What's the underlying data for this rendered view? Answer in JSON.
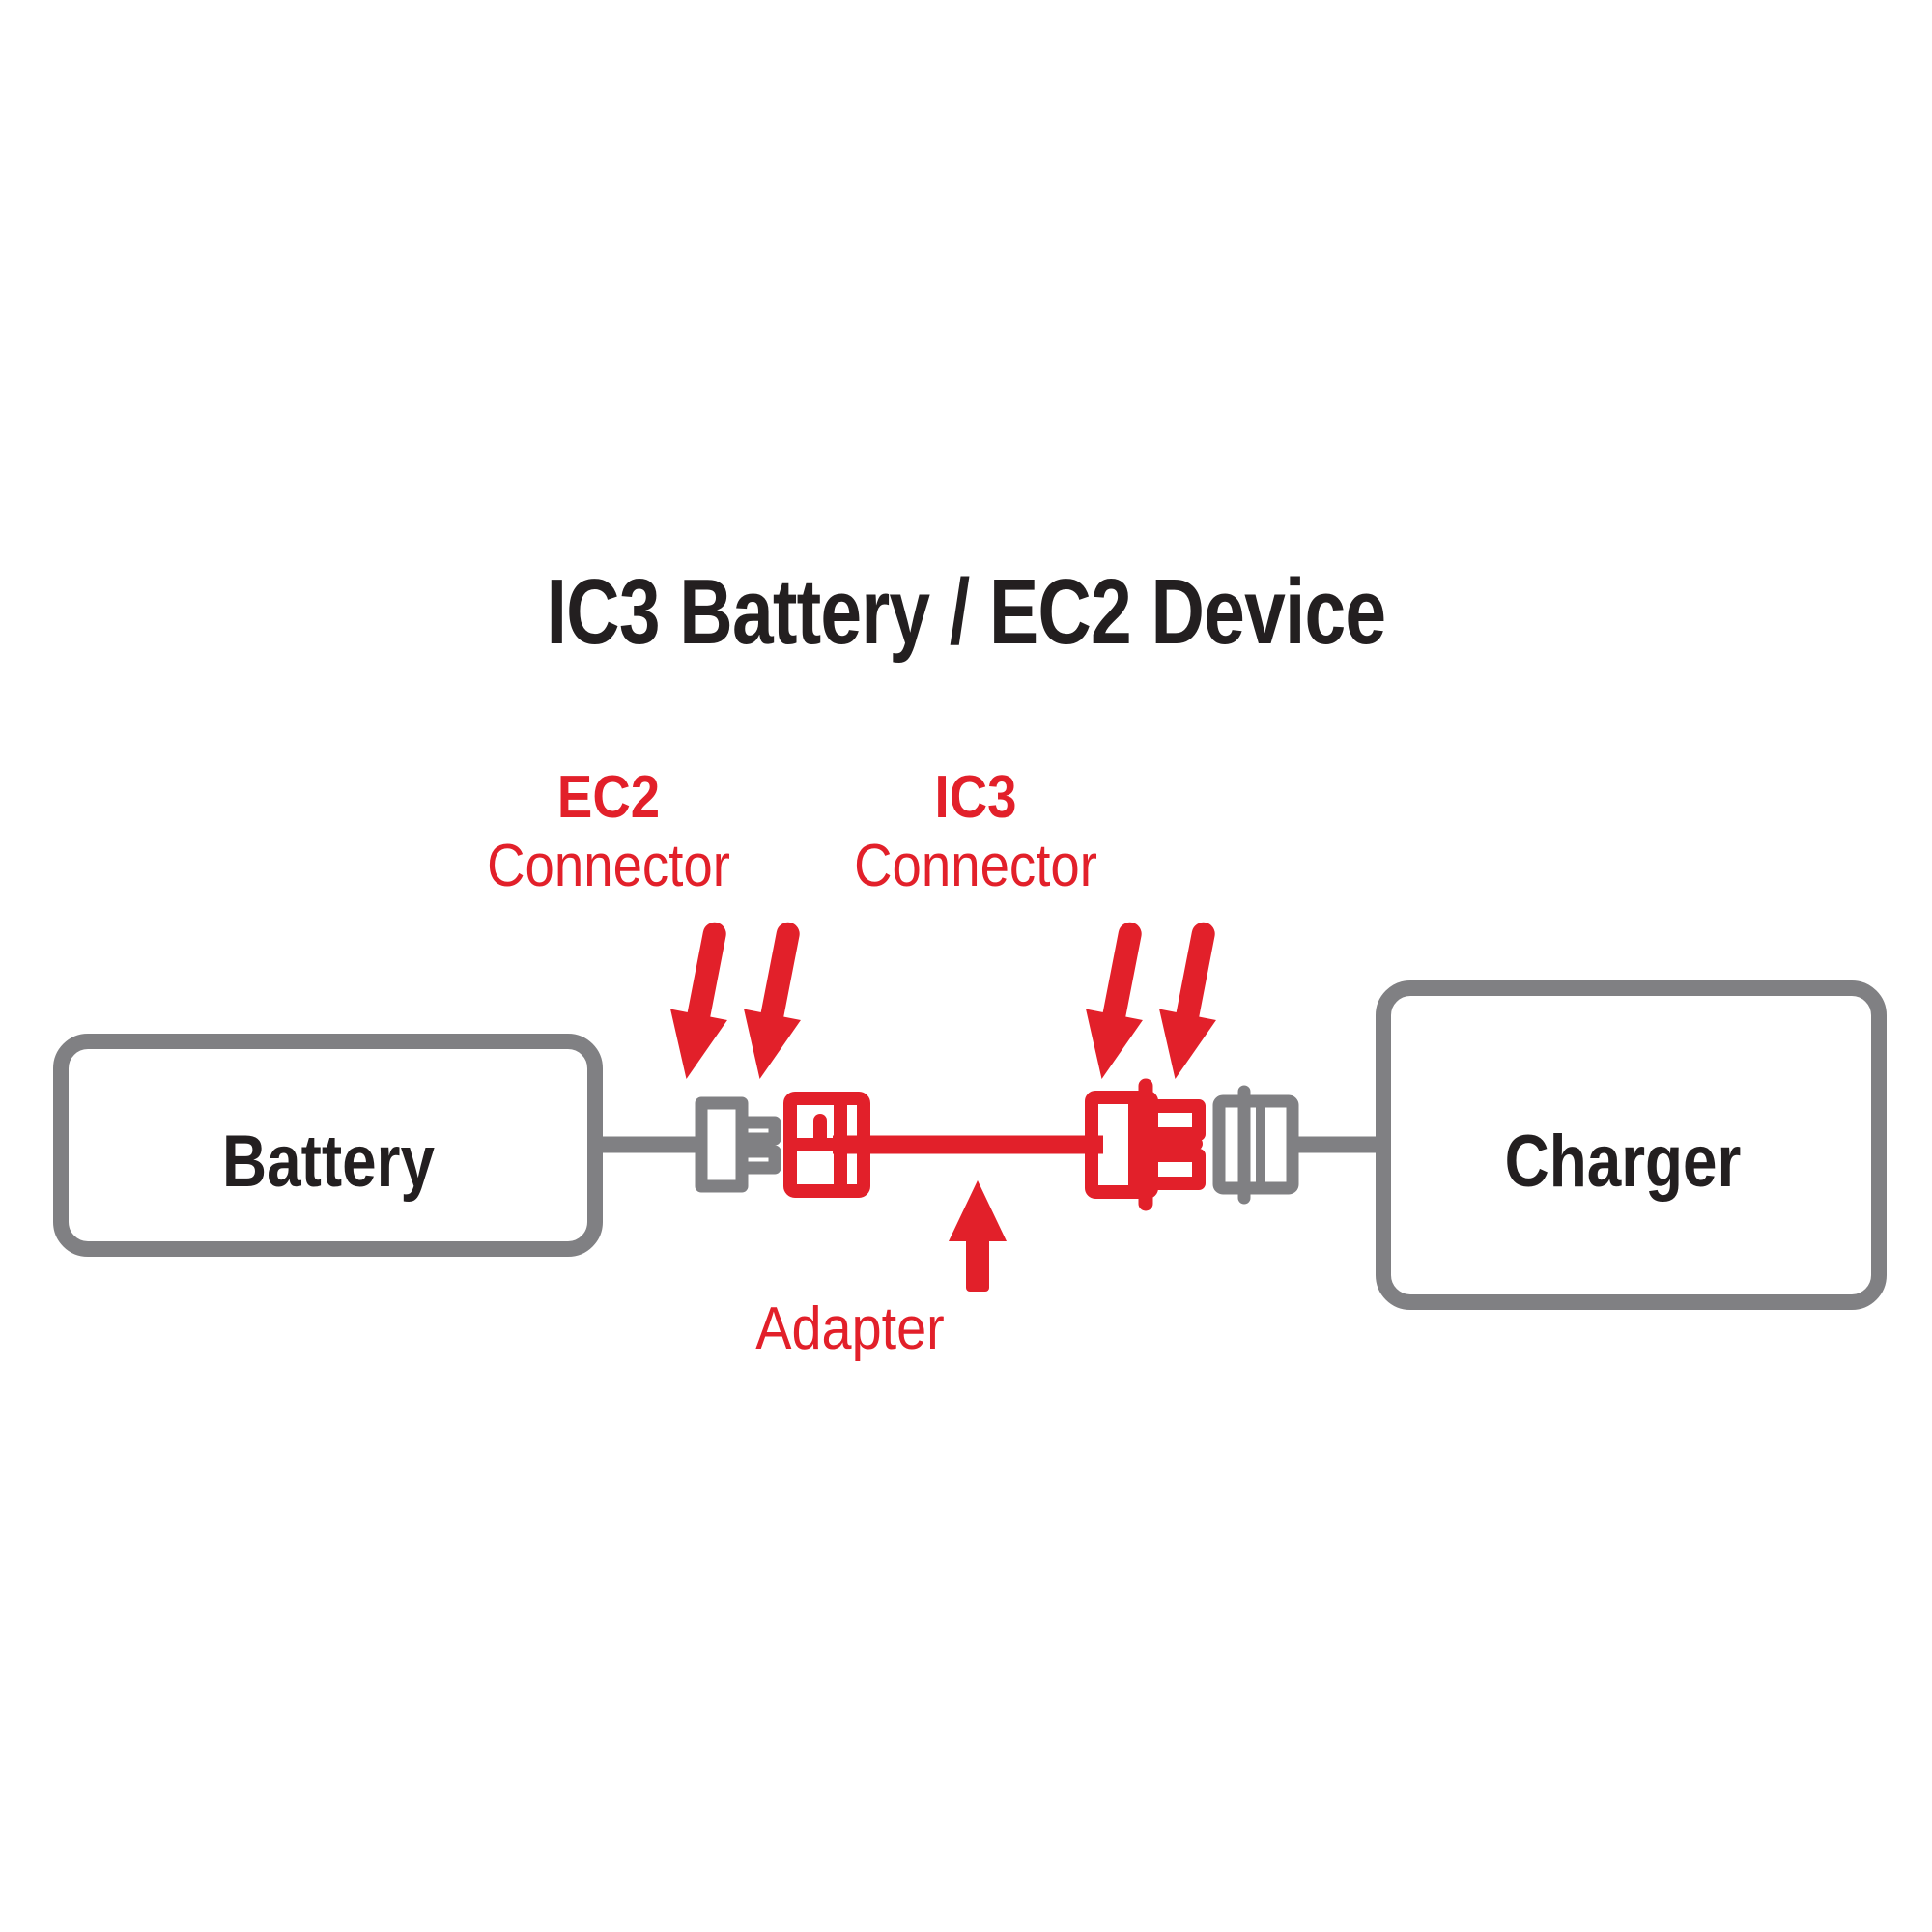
{
  "title": "IC3 Battery / EC2 Device",
  "colors": {
    "red": "#e2202a",
    "gray": "#808083",
    "text_dark": "#231f20",
    "background": "#ffffff"
  },
  "nodes": {
    "battery": {
      "label": "Battery"
    },
    "charger": {
      "label": "Charger"
    }
  },
  "callouts": [
    {
      "id": "ec2-connector",
      "line1": "EC2",
      "line2": "Connector",
      "color": "#e2202a",
      "arrows": 2,
      "points_to": "ec2-connector-pair"
    },
    {
      "id": "ic3-connector",
      "line1": "IC3",
      "line2": "Connector",
      "color": "#e2202a",
      "arrows": 2,
      "points_to": "ic3-connector-pair"
    },
    {
      "id": "adapter",
      "line1": "Adapter",
      "line2": "",
      "color": "#e2202a",
      "arrows": 1,
      "points_to": "adapter-cable"
    }
  ],
  "adapter_label": "Adapter",
  "connections": [
    {
      "from": "battery",
      "to": "ec2-male-plug",
      "color": "#808083"
    },
    {
      "from": "ec2-female-socket",
      "to": "ic3-male-plug",
      "color": "#e2202a"
    },
    {
      "from": "ic3-female-socket",
      "to": "charger",
      "color": "#808083"
    }
  ],
  "connector_parts": [
    {
      "name": "ec2-male-plug",
      "type": "plug",
      "color": "#808083",
      "side": "battery"
    },
    {
      "name": "ec2-female-socket",
      "type": "socket",
      "color": "#e2202a",
      "side": "adapter"
    },
    {
      "name": "ic3-male-plug",
      "type": "plug",
      "color": "#e2202a",
      "side": "adapter"
    },
    {
      "name": "ic3-female-socket",
      "type": "socket",
      "color": "#808083",
      "side": "charger"
    }
  ]
}
